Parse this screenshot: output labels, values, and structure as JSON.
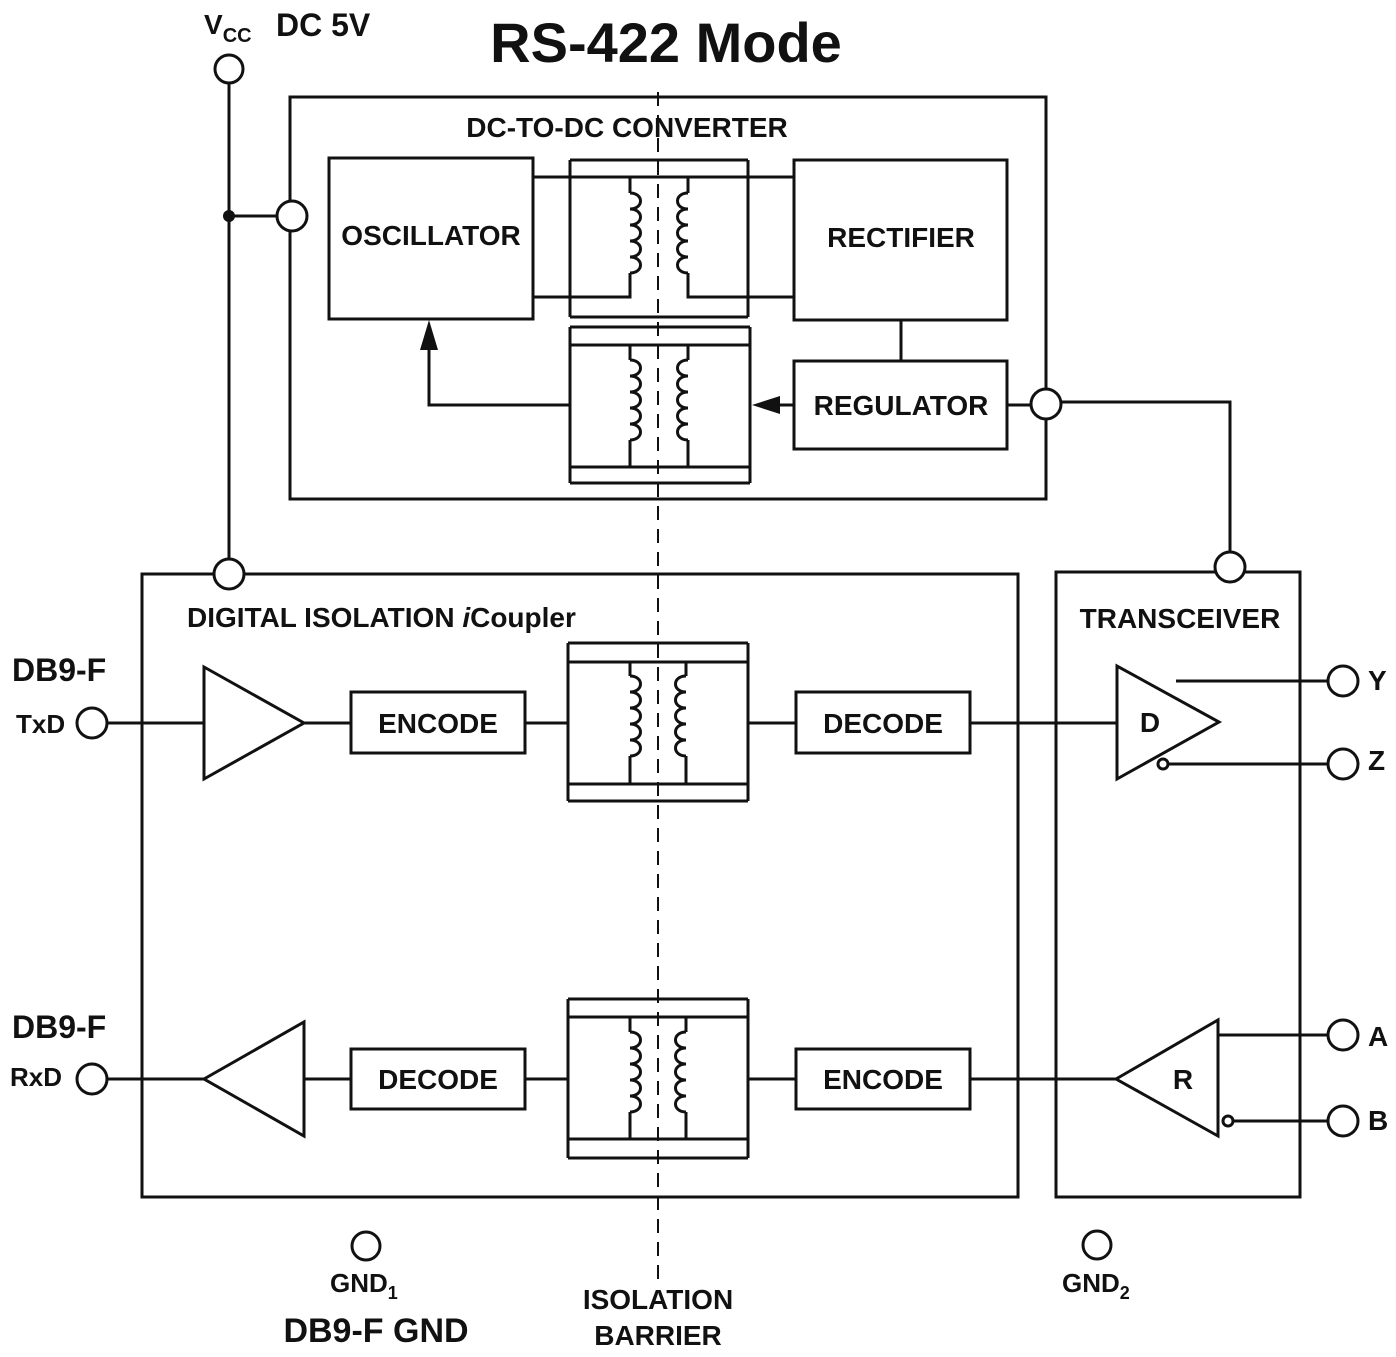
{
  "title": "RS-422 Mode",
  "power": {
    "vcc_main": "V",
    "vcc_sub": "CC",
    "vcc_value": "DC 5V"
  },
  "converter": {
    "label": "DC-TO-DC CONVERTER",
    "oscillator": "OSCILLATOR",
    "rectifier": "RECTIFIER",
    "regulator": "REGULATOR"
  },
  "isolator": {
    "label_main": "DIGITAL ISOLATION ",
    "label_italic": "i",
    "label_rest": "Coupler",
    "tx_encode": "ENCODE",
    "tx_decode": "DECODE",
    "rx_decode": "DECODE",
    "rx_encode": "ENCODE"
  },
  "transceiver": {
    "label": "TRANSCEIVER",
    "driver": "D",
    "receiver": "R",
    "pin_y": "Y",
    "pin_z": "Z",
    "pin_a": "A",
    "pin_b": "B"
  },
  "connectors": {
    "tx_connector": "DB9-F",
    "tx_pin": "TxD",
    "rx_connector": "DB9-F",
    "rx_pin": "RxD"
  },
  "ground": {
    "gnd1_main": "GND",
    "gnd1_sub": "1",
    "gnd1_caption": "DB9-F GND",
    "gnd2_main": "GND",
    "gnd2_sub": "2"
  },
  "barrier": {
    "line1": "ISOLATION",
    "line2": "BARRIER"
  }
}
